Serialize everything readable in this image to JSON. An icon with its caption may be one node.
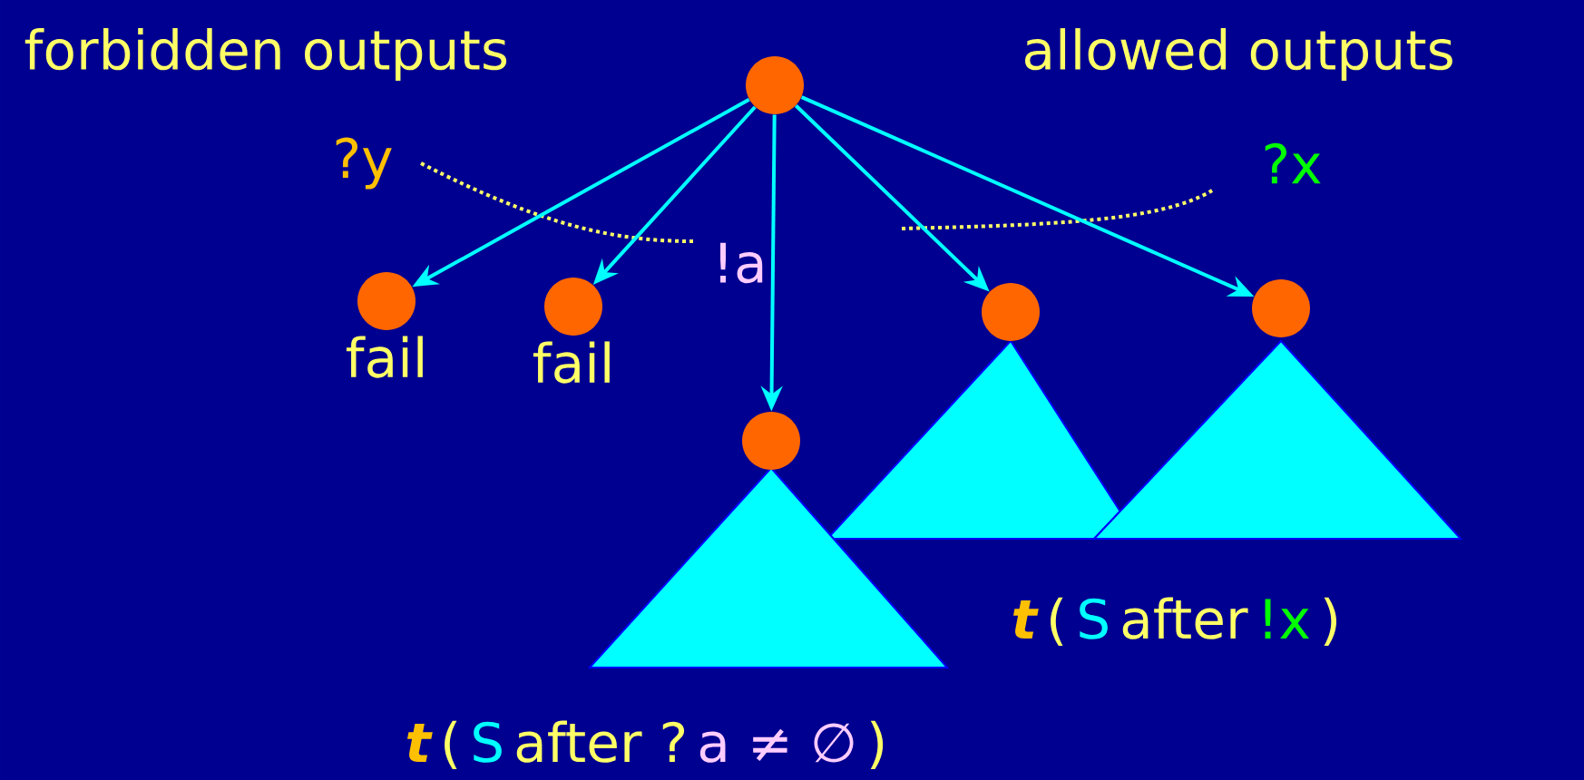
{
  "diagram": {
    "nodes": [
      {
        "text": [],
        "shape": "circle"
      },
      {
        "text": [],
        "shape": "circle",
        "beside": [
          "fail"
        ]
      },
      {
        "text": [],
        "shape": "circle",
        "beside": [
          "fail"
        ]
      },
      {
        "text": [],
        "shape": "circle"
      },
      {
        "text": [],
        "shape": "circle"
      },
      {
        "text": [],
        "shape": "circle"
      },
      {
        "text": [],
        "shape": "triangle"
      },
      {
        "text": [],
        "shape": "triangle"
      },
      {
        "text": [],
        "shape": "triangle"
      }
    ],
    "edges": [
      {
        "from": 0,
        "to": 1,
        "arrow": "to"
      },
      {
        "from": 0,
        "to": 2,
        "arrow": "to"
      },
      {
        "from": 0,
        "to": 3,
        "arrow": "to",
        "label": "!a"
      },
      {
        "from": 0,
        "to": 4,
        "arrow": "to"
      },
      {
        "from": 0,
        "to": 5,
        "arrow": "to"
      }
    ],
    "labels": [
      "forbidden outputs",
      "allowed outputs",
      "?y",
      "?x",
      "t",
      "(",
      "S",
      "after",
      "!x",
      ")",
      "t",
      "(",
      "S",
      "after ?",
      "a ≠ ∅",
      ")"
    ]
  }
}
